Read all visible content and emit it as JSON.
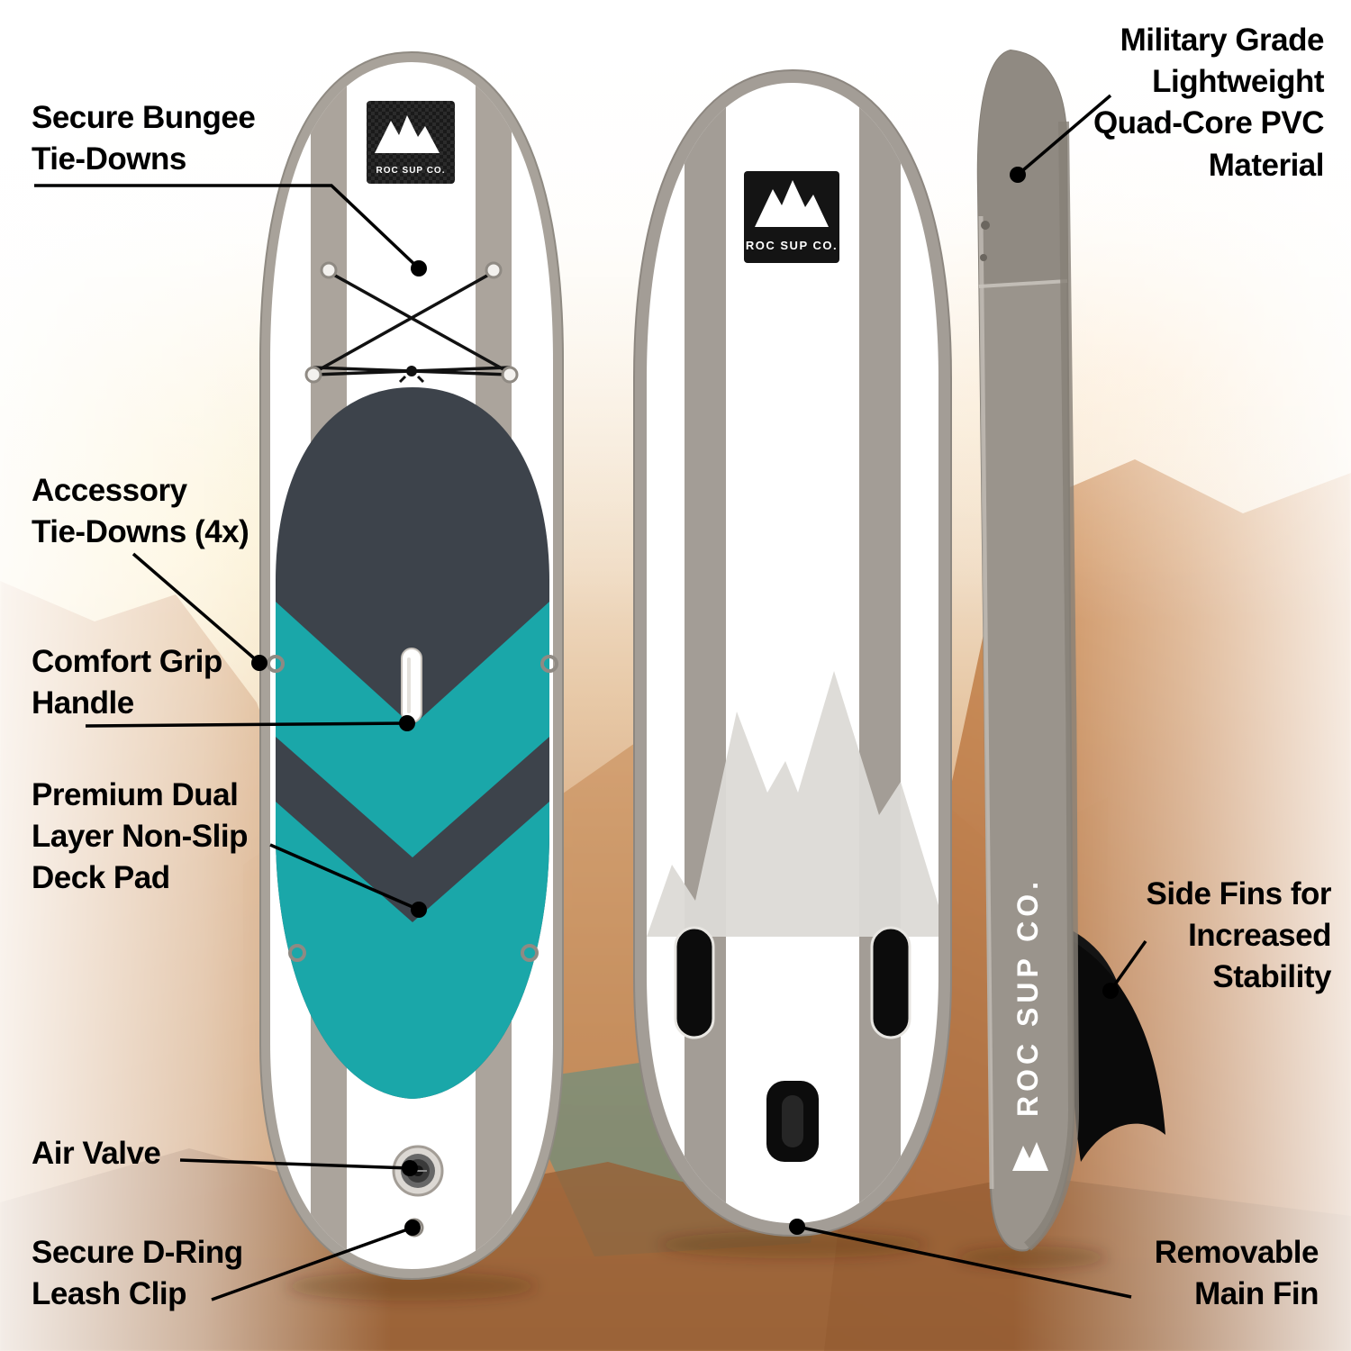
{
  "page": {
    "title": "Inflatable paddle board feature diagram"
  },
  "brand": {
    "front_logo": "ROC SUP CO.",
    "back_logo": "ROC SUP CO.",
    "side_logo": "ROC SUP CO."
  },
  "colors": {
    "board_rail_gray": "#a8a29a",
    "stripe_gray": "#aba49c",
    "deck_pad_charcoal": "#3d434b",
    "deck_pad_teal": "#1aa7a9",
    "fin_black": "#0c0c0c",
    "callout_black": "#000000",
    "rock_warm": "#cd8e58",
    "water_teal": "#4f8b84"
  },
  "callouts": {
    "bungee": "Secure Bungee\nTie-Downs",
    "pvc": "Military Grade\nLightweight\nQuad-Core PVC\nMaterial",
    "accessory": "Accessory\nTie-Downs (4x)",
    "handle": "Comfort Grip\nHandle",
    "deck_pad": "Premium Dual\nLayer Non-Slip\nDeck Pad",
    "side_fins": "Side Fins for\nIncreased\nStability",
    "air_valve": "Air Valve",
    "d_ring": "Secure D-Ring\nLeash Clip",
    "main_fin": "Removable\nMain Fin"
  }
}
